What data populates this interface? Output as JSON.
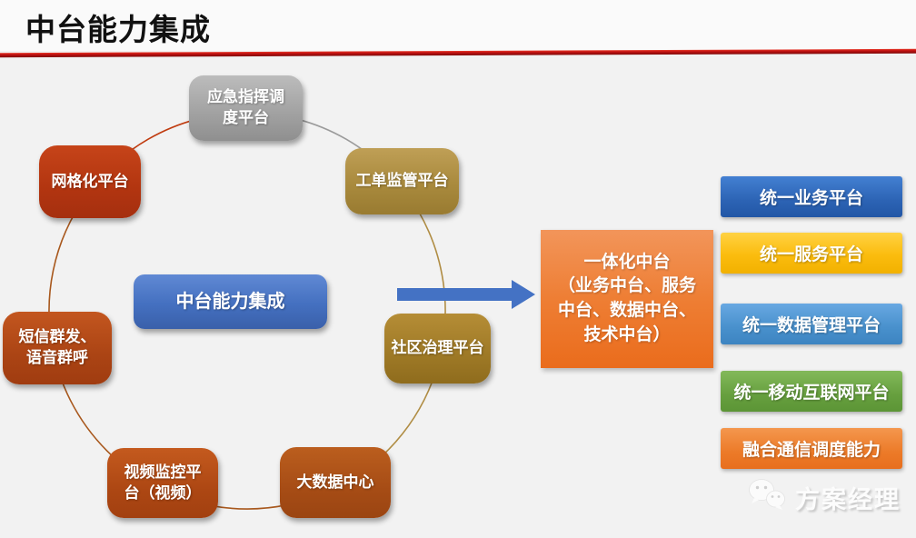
{
  "page": {
    "title": "中台能力集成",
    "background_color": "#f2f2f2",
    "accent_line_color": "#c01111"
  },
  "diagram": {
    "center_node": {
      "label": "中台能力集成",
      "color": "#4470c0"
    },
    "ring_nodes": [
      {
        "id": "emergency-dispatch",
        "label": "应急指挥调\n度平台",
        "color": "#a3a3a3"
      },
      {
        "id": "grid-platform",
        "label": "网格化平台",
        "color": "#b23510"
      },
      {
        "id": "work-order",
        "label": "工单监管平台",
        "color": "#a98a3d"
      },
      {
        "id": "sms-voice",
        "label": "短信群发、\n语音群呼",
        "color": "#ab4414"
      },
      {
        "id": "community-governance",
        "label": "社区治理平台",
        "color": "#9e7926"
      },
      {
        "id": "video-surveillance",
        "label": "视频监控平\n台（视频）",
        "color": "#ad4713"
      },
      {
        "id": "big-data-center",
        "label": "大数据中心",
        "color": "#a64c15"
      }
    ],
    "arrow_color": "#4472c4",
    "integrated_platform": {
      "label": "一体化中台\n（业务中台、服务\n中台、数据中台、\n技术中台）",
      "color": "#ee7e34"
    }
  },
  "capability_bars": [
    {
      "label": "统一业务平台",
      "color": "#2c63b4"
    },
    {
      "label": "统一服务平台",
      "color": "#fbbc0e"
    },
    {
      "label": "统一数据管理平台",
      "color": "#4890cc"
    },
    {
      "label": "统一移动互联网平台",
      "color": "#669f3e"
    },
    {
      "label": "融合通信调度能力",
      "color": "#ec7a28"
    }
  ],
  "watermark": {
    "label": "方案经理",
    "icon": "wechat-icon"
  }
}
